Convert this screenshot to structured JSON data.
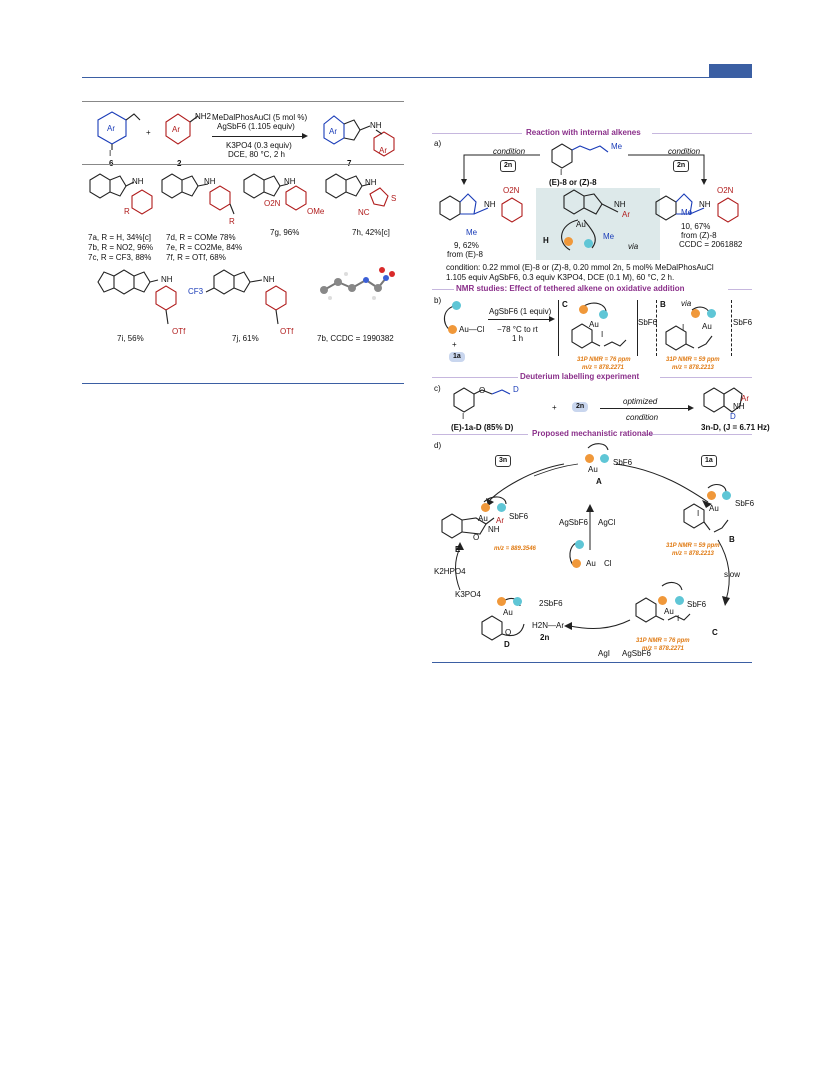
{
  "header": {
    "accent": "#3b5fa3"
  },
  "left": {
    "reagents": [
      "MeDalPhosAuCl (5 mol %)",
      "AgSbF6 (1.105 equiv)",
      "K3PO4 (0.3 equiv)",
      "DCE, 80 °C, 2 h"
    ],
    "labels": {
      "sm1": "6",
      "sm2": "2",
      "plus": "+",
      "prod": "7",
      "ar": "Ar",
      "nh2": "NH2",
      "nh": "NH",
      "i": "I"
    },
    "products": {
      "p7a": "7a, R =  H, 34%[c]",
      "p7b": "7b, R = NO2, 96%",
      "p7c": "7c, R = CF3, 88%",
      "p7d": "7d, R = COMe 78%",
      "p7e": "7e, R = CO2Me, 84%",
      "p7f": "7f, R = OTf, 68%",
      "p7g": "7g, 96%",
      "p7h": "7h, 42%[c]",
      "p7i": "7i, 56%",
      "p7j": "7j, 61%",
      "p7b2": "7b, CCDC = 1990382"
    },
    "groups": {
      "r": "R",
      "o2n": "O2N",
      "ome": "OMe",
      "nc": "NC",
      "s": "S",
      "otf": "OTf",
      "cf3": "CF3"
    }
  },
  "right": {
    "sectionA": {
      "heading": "Reaction with internal alkenes",
      "letter": "a)",
      "sm": "(E)-8 or (Z)-8",
      "condition": "condition",
      "tag": "2n",
      "me": "Me",
      "p9": "9, 62%",
      "p9from": "from (E)-8",
      "p10": "10, 67%",
      "p10from": "from (Z)-8",
      "ccdc": "CCDC = 2061882",
      "h": "H",
      "via": "via",
      "au": "Au",
      "cond_line1": "condition: 0.22 mmol (E)-8 or (Z)-8, 0.20 mmol 2n, 5 mol% MeDalPhosAuCl",
      "cond_line2": "1.105 equiv AgSbF6, 0.3 equiv K3PO4, DCE (0.1 M), 60 °C, 2 h."
    },
    "sectionB": {
      "heading": "NMR studies: Effect of tethered alkene on oxidative addition",
      "letter": "b)",
      "reagent": "AgSbF6 (1 equiv)",
      "temp": "−78 °C to rt",
      "time": "1 h",
      "tag": "1a",
      "c_label": "C",
      "b_label": "B",
      "via": "via",
      "nmrC1": "31P NMR = 76 ppm",
      "nmrC2": "m/z = 878.2271",
      "nmrB1": "31P NMR = 59 ppm",
      "nmrB2": "m/z = 878.2213",
      "sbf6": "SbF6",
      "aucl": "Au—Cl"
    },
    "sectionC": {
      "heading": "Deuterium labelling experiment",
      "letter": "c)",
      "sm": "(E)-1a-D (85% D)",
      "tag": "2n",
      "arrow_top": "optimized",
      "arrow_bottom": "condition",
      "prod": "3n-D, (J = 6.71 Hz)"
    },
    "sectionD": {
      "heading": "Proposed mechanistic rationale",
      "letter": "d)",
      "A": "A",
      "B": "B",
      "C": "C",
      "D": "D",
      "E": "E",
      "tag3n": "3n",
      "tag1a": "1a",
      "agsbf6": "AgSbF6",
      "agcl": "AgCl",
      "slow": "slow",
      "agi": "AgI",
      "agsbf6b": "AgSbF6",
      "h2nar": "H2N—Ar",
      "n2n": "2n",
      "k2hpo4": "K2HPO4",
      "k3po4": "K3PO4",
      "twosbf6": "2SbF6",
      "nmrB1": "31P NMR = 59 ppm",
      "nmrB2": "m/z = 878.2213",
      "nmrC1": "31P NMR = 76 ppm",
      "nmrC2": "m/z = 878.2271",
      "nmrE": "m/z = 889.3546",
      "sbf6": "SbF6",
      "au": "Au",
      "cl": "Cl",
      "nh": "NH",
      "ar": "Ar",
      "o": "O",
      "i": "I"
    }
  }
}
